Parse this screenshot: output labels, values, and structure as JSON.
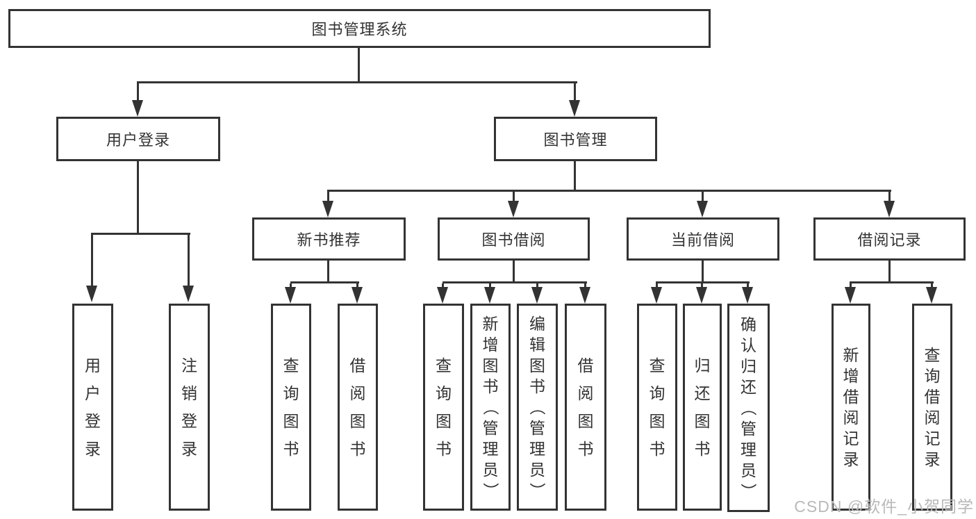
{
  "tree": {
    "label": "图书管理系统",
    "children": [
      {
        "label": "用户登录",
        "children": [
          {
            "label": "用户登录"
          },
          {
            "label": "注销登录"
          }
        ]
      },
      {
        "label": "图书管理",
        "children": [
          {
            "label": "新书推荐",
            "children": [
              {
                "label": "查询图书"
              },
              {
                "label": "借阅图书"
              }
            ]
          },
          {
            "label": "图书借阅",
            "children": [
              {
                "label": "查询图书"
              },
              {
                "label": "新增图书（管理员）"
              },
              {
                "label": "编辑图书（管理员）"
              },
              {
                "label": "借阅图书"
              }
            ]
          },
          {
            "label": "当前借阅",
            "children": [
              {
                "label": "查询图书"
              },
              {
                "label": "归还图书"
              },
              {
                "label": "确认归还（管理员）"
              }
            ]
          },
          {
            "label": "借阅记录",
            "children": [
              {
                "label": "新增借阅记录"
              },
              {
                "label": "查询借阅记录"
              }
            ]
          }
        ]
      }
    ]
  },
  "colors": {
    "line": "#333333",
    "box_fill": "#ffffff",
    "watermark": "#b9b9b9"
  },
  "watermark": {
    "text": "CSDN @软件_小贺同学"
  }
}
